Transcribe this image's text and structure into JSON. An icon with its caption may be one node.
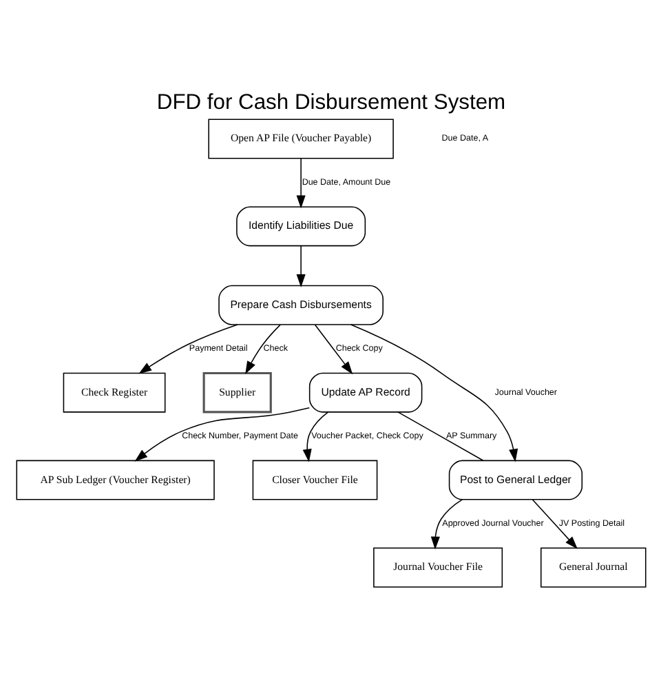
{
  "diagram": {
    "title": "DFD for Cash Disbursement System",
    "nodes": [
      {
        "text": [
          "Open AP File (Voucher Payable)"
        ]
      },
      {
        "text": [
          "Check Register"
        ]
      },
      {
        "text": [
          "Identify Liabilities Due"
        ]
      },
      {
        "text": [
          "Prepare Cash Disbursements"
        ]
      },
      {
        "text": [
          "AP Sub Ledger (Voucher Register)"
        ]
      },
      {
        "text": [
          "Supplier"
        ]
      },
      {
        "text": [
          "Update AP Record"
        ]
      },
      {
        "text": [
          "Closer Voucher File"
        ]
      },
      {
        "text": [
          "Post to General Ledger"
        ]
      },
      {
        "text": [
          "Journal Voucher File"
        ]
      },
      {
        "text": [
          "General Journal"
        ]
      }
    ],
    "edges": [
      {
        "from": 0,
        "to": 2,
        "arrow": "to",
        "label": "Due Date, Amount Due"
      },
      {
        "from": 2,
        "to": 3,
        "arrow": "to"
      },
      {
        "from": 3,
        "to": 1,
        "arrow": "to",
        "label": "Payment Detail"
      },
      {
        "from": 3,
        "to": 5,
        "arrow": "to",
        "label": "Check"
      },
      {
        "from": 3,
        "to": 6,
        "arrow": "to",
        "label": "Check Copy"
      },
      {
        "from": 6,
        "to": 4,
        "arrow": "to",
        "label": "Check Number, Payment Date"
      },
      {
        "from": 6,
        "to": 7,
        "arrow": "to",
        "label": "Voucher Packet, Check Copy"
      },
      {
        "from": 3,
        "to": 8,
        "arrow": "to",
        "label": "Journal Voucher"
      },
      {
        "from": 6,
        "to": 8,
        "arrow": "none",
        "label": "AP Summary"
      },
      {
        "from": 8,
        "to": 9,
        "arrow": "to",
        "label": "Approved Journal Voucher"
      },
      {
        "from": 8,
        "to": 10,
        "arrow": "to",
        "label": "JV Posting Detail"
      }
    ],
    "labels": [
      "Due Date, A"
    ]
  }
}
